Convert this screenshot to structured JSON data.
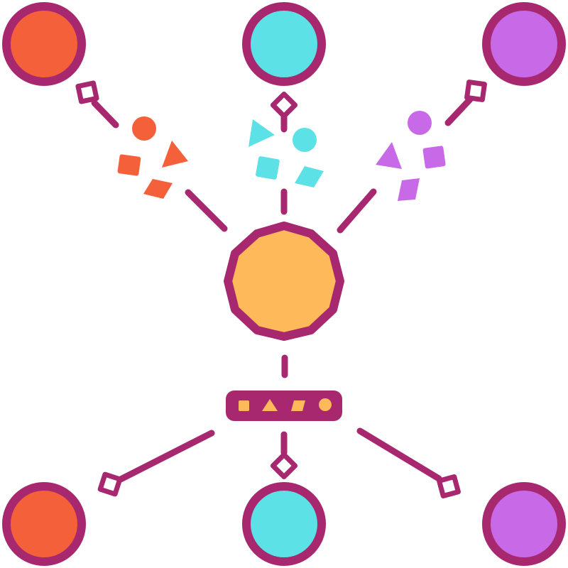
{
  "colors": {
    "outline": "#a8286f",
    "background": "#ffffff",
    "orange": "#f4603a",
    "cyan": "#5ce1e6",
    "purple": "#c86ae8",
    "hub": "#feb95a"
  },
  "nodes": {
    "top": [
      "orange",
      "cyan",
      "purple"
    ],
    "bottom": [
      "orange",
      "cyan",
      "purple"
    ]
  },
  "hub": {
    "shape": "dodecagon",
    "color": "hub"
  },
  "toolbar": {
    "color": "outline",
    "icons": [
      "square-icon",
      "triangle-icon",
      "parallelogram-icon",
      "circle-icon"
    ]
  },
  "shape_clusters": [
    {
      "color": "orange",
      "icons": [
        "circle-icon",
        "triangle-icon",
        "square-icon",
        "diamond-icon"
      ]
    },
    {
      "color": "cyan",
      "icons": [
        "triangle-icon",
        "circle-icon",
        "square-icon",
        "diamond-icon"
      ]
    },
    {
      "color": "purple",
      "icons": [
        "circle-icon",
        "triangle-icon",
        "square-icon",
        "diamond-icon"
      ]
    }
  ],
  "connectors": {
    "end_marker": "diamond-icon"
  }
}
